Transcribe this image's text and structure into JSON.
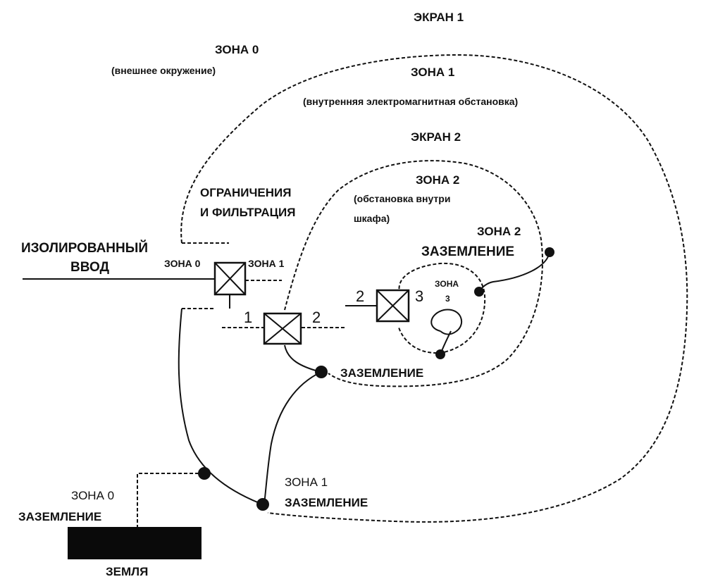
{
  "diagram": {
    "screen1": "ЭКРАН 1",
    "screen2": "ЭКРАН 2",
    "zone0": {
      "title": "ЗОНА 0",
      "desc": "(внешнее окружение)"
    },
    "zone1": {
      "title": "ЗОНА 1",
      "desc": "(внутренняя электромагнитная обстановка)"
    },
    "zone2": {
      "title": "ЗОНА 2",
      "desc_line1": "(обстановка внутри",
      "desc_line2": "шкафа)"
    },
    "limiting": {
      "line1": "ОГРАНИЧЕНИЯ",
      "line2": "И ФИЛЬТРАЦИЯ"
    },
    "isolated_input": {
      "line1": "ИЗОЛИРОВАННЫЙ",
      "line2": "ВВОД"
    },
    "filter1": {
      "left": "ЗОНА 0",
      "right": "ЗОНА 1"
    },
    "filter2": {
      "left": "1",
      "right": "2"
    },
    "filter3": {
      "left": "2",
      "right": "3"
    },
    "zone3": {
      "line1": "ЗОНА",
      "line2": "3"
    },
    "zone2_ground": {
      "line1": "ЗОНА 2",
      "line2": "ЗАЗЕМЛЕНИЕ"
    },
    "ground": "ЗАЗЕМЛЕНИЕ",
    "zone1_ground": {
      "line1": "ЗОНА 1",
      "line2": "ЗАЗЕМЛЕНИЕ"
    },
    "zone0_ground": {
      "line1": "ЗОНА 0",
      "line2": "ЗАЗЕМЛЕНИЕ"
    },
    "earth": "ЗЕМЛЯ",
    "colors": {
      "ink": "#111111",
      "background": "#ffffff",
      "earth_block": "#0a0a0a"
    }
  }
}
